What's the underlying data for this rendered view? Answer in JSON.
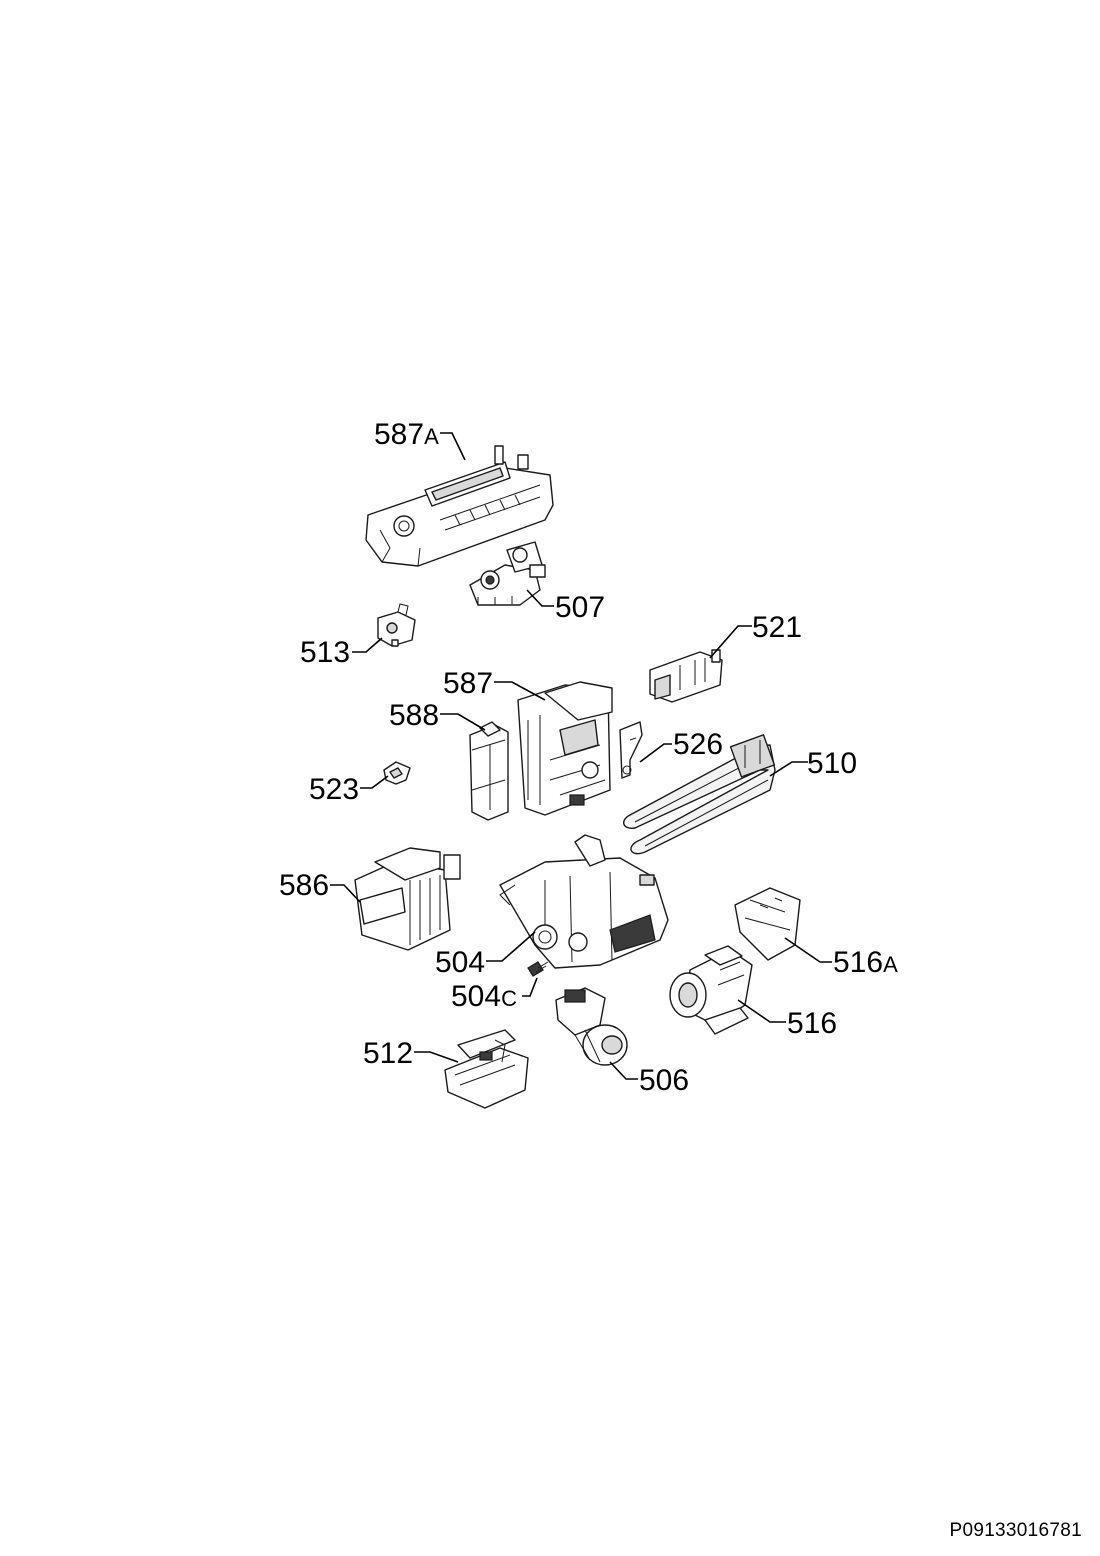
{
  "diagram": {
    "document_id": "P09133016781",
    "parts": [
      {
        "key": "587A",
        "number": "587",
        "suffix": "A"
      },
      {
        "key": "507",
        "number": "507",
        "suffix": ""
      },
      {
        "key": "513",
        "number": "513",
        "suffix": ""
      },
      {
        "key": "521",
        "number": "521",
        "suffix": ""
      },
      {
        "key": "587",
        "number": "587",
        "suffix": ""
      },
      {
        "key": "588",
        "number": "588",
        "suffix": ""
      },
      {
        "key": "526",
        "number": "526",
        "suffix": ""
      },
      {
        "key": "523",
        "number": "523",
        "suffix": ""
      },
      {
        "key": "510",
        "number": "510",
        "suffix": ""
      },
      {
        "key": "586",
        "number": "586",
        "suffix": ""
      },
      {
        "key": "504",
        "number": "504",
        "suffix": ""
      },
      {
        "key": "516A",
        "number": "516",
        "suffix": "A"
      },
      {
        "key": "504C",
        "number": "504",
        "suffix": "C"
      },
      {
        "key": "516",
        "number": "516",
        "suffix": ""
      },
      {
        "key": "512",
        "number": "512",
        "suffix": ""
      },
      {
        "key": "506",
        "number": "506",
        "suffix": ""
      }
    ]
  }
}
